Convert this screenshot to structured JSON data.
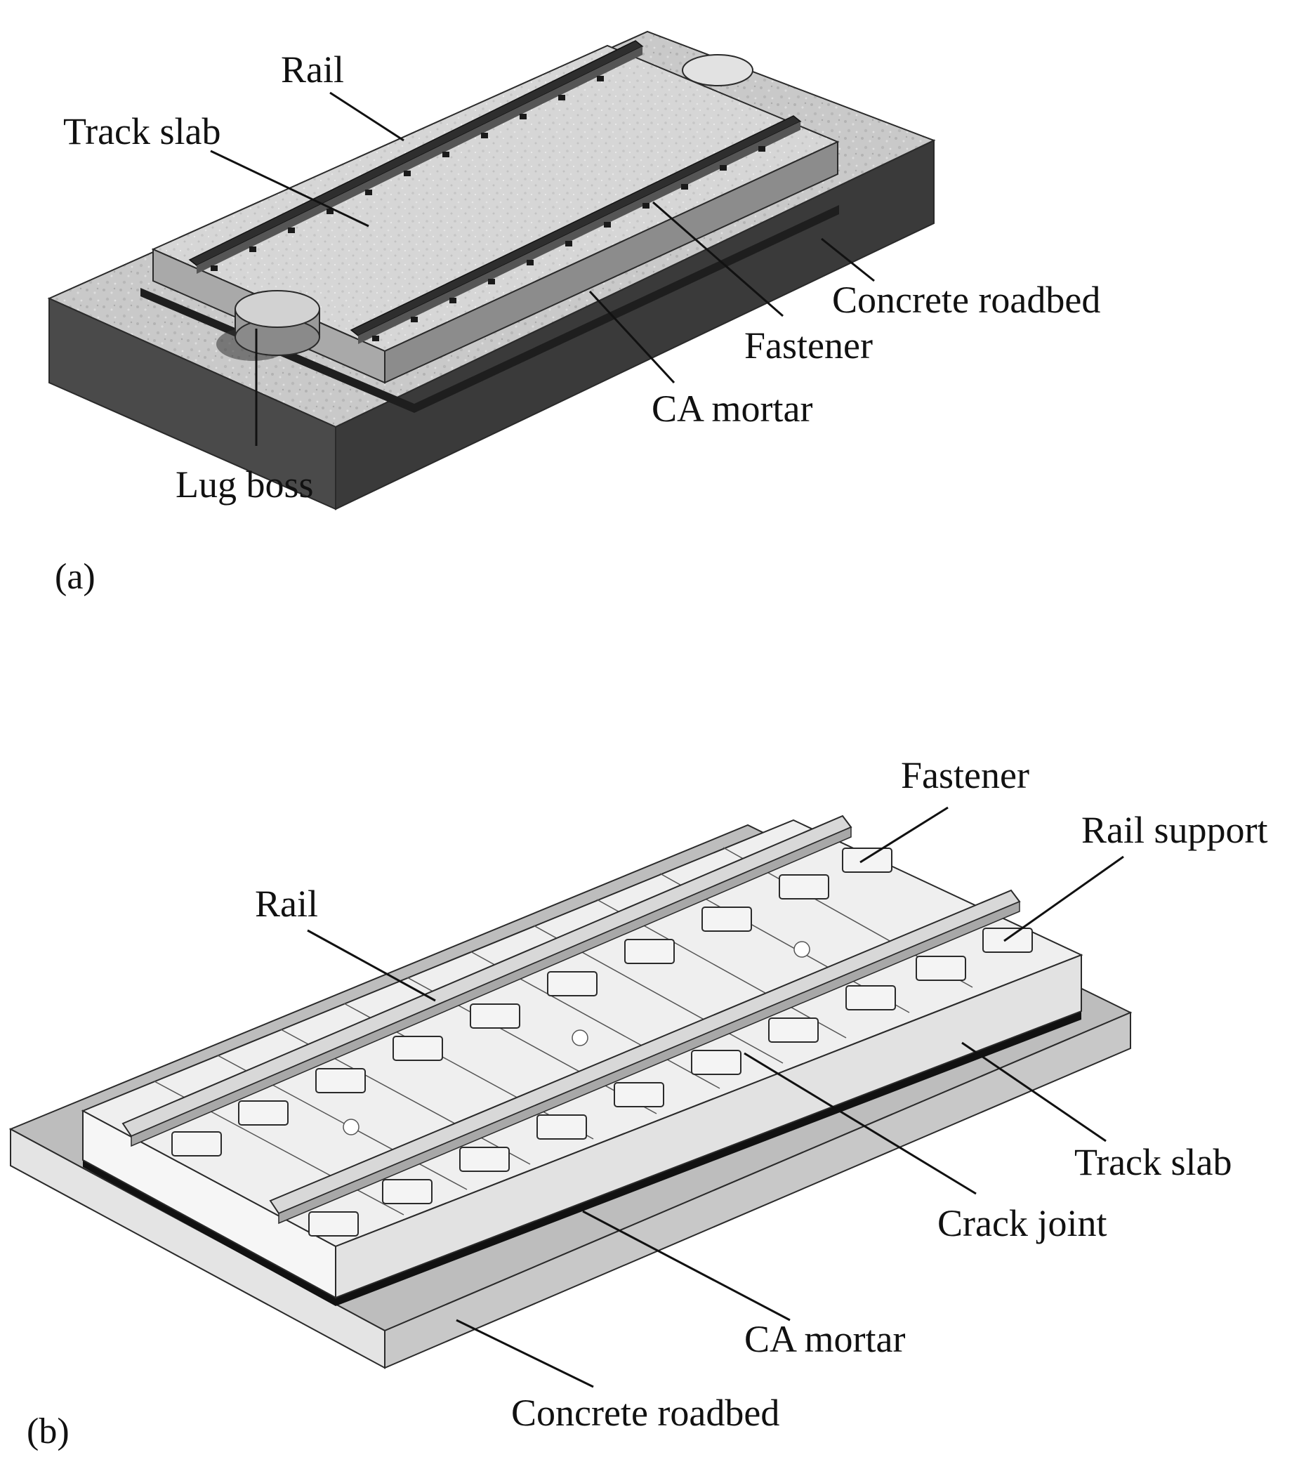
{
  "panel_a": {
    "caption": "(a)",
    "labels": {
      "rail": "Rail",
      "track_slab": "Track slab",
      "concrete_roadbed": "Concrete roadbed",
      "fastener": "Fastener",
      "ca_mortar": "CA mortar",
      "lug_boss": "Lug boss"
    }
  },
  "panel_b": {
    "caption": "(b)",
    "labels": {
      "fastener": "Fastener",
      "rail_support": "Rail support",
      "rail": "Rail",
      "track_slab": "Track slab",
      "crack_joint": "Crack joint",
      "ca_mortar": "CA mortar",
      "concrete_roadbed": "Concrete roadbed"
    }
  }
}
